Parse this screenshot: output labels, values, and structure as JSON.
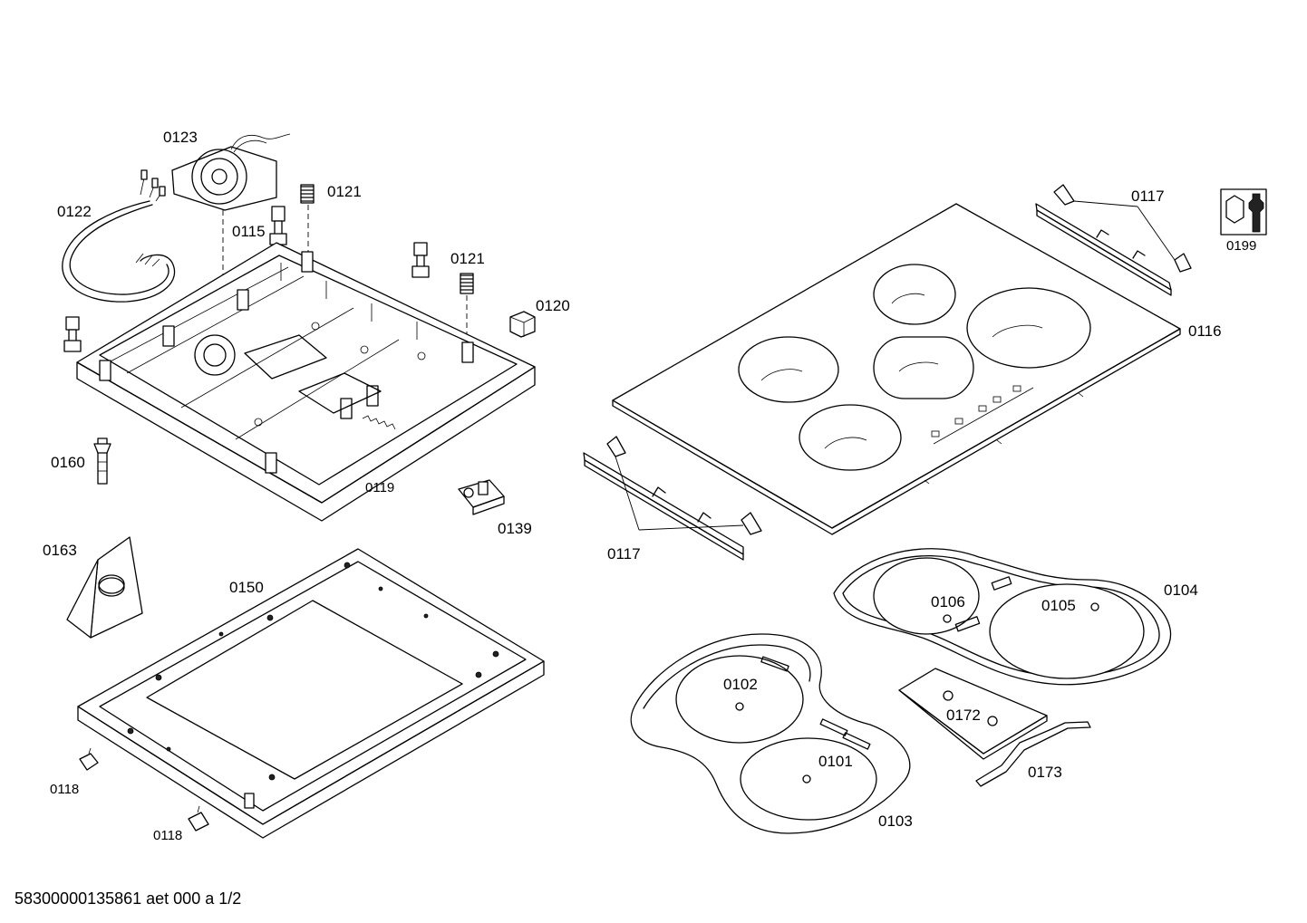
{
  "labels": {
    "p0123": "0123",
    "p0122": "0122",
    "p0121a": "0121",
    "p0121b": "0121",
    "p0115": "0115",
    "p0120": "0120",
    "p0160": "0160",
    "p0119": "0119",
    "p0139": "0139",
    "p0163": "0163",
    "p0150": "0150",
    "p0118a": "0118",
    "p0118b": "0118",
    "p0117a": "0117",
    "p0117b": "0117",
    "p0199": "0199",
    "p0116": "0116",
    "p0104": "0104",
    "p0106": "0106",
    "p0105": "0105",
    "p0102": "0102",
    "p0101": "0101",
    "p0103": "0103",
    "p0172": "0172",
    "p0173": "0173"
  },
  "footer": "58300000135861 aet 000 a 1/2",
  "icons": {
    "service_tool": "wrench-icon"
  }
}
